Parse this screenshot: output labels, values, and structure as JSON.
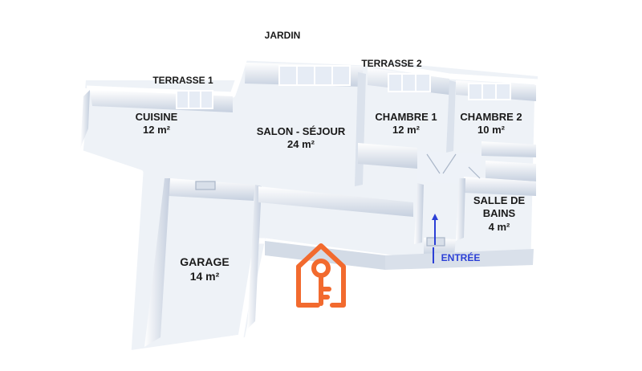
{
  "plan": {
    "outdoor": {
      "jardin": "JARDIN",
      "terrasse1": "TERRASSE 1",
      "terrasse2": "TERRASSE 2"
    },
    "rooms": {
      "cuisine": {
        "name": "CUISINE",
        "area": "12 m²"
      },
      "salon": {
        "name": "SALON  -  SÉJOUR",
        "area": "24 m²"
      },
      "chambre1": {
        "name": "CHAMBRE 1",
        "area": "12 m²"
      },
      "chambre2": {
        "name": "CHAMBRE 2",
        "area": "10 m²"
      },
      "sdb": {
        "name_line1": "SALLE DE",
        "name_line2": "BAINS",
        "area": "4 m²"
      },
      "garage": {
        "name": "GARAGE",
        "area": "14 m²"
      }
    },
    "entrance": {
      "label": "ENTRÉE",
      "color": "#2b3fd6"
    }
  },
  "logo": {
    "icon": "house-key-logo",
    "color": "#f26a2e"
  },
  "colors": {
    "wall": "#f4f6fa",
    "wall_shadow": "#c9d2e0",
    "floor": "#ffffff",
    "window": "#e9eef6"
  }
}
